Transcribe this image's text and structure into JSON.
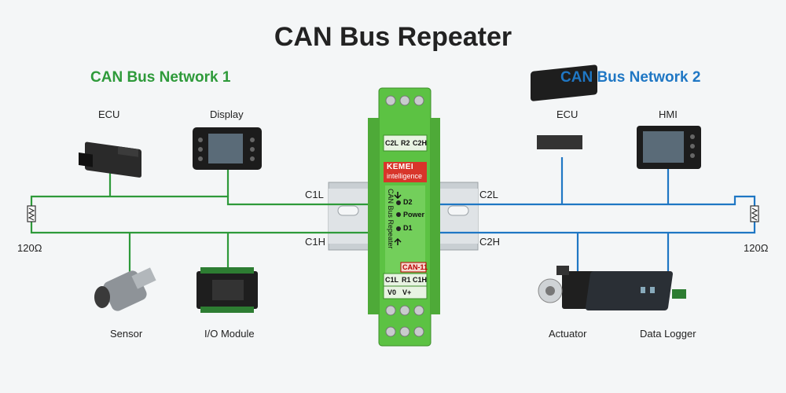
{
  "title": "CAN Bus Repeater",
  "networks": {
    "left": {
      "name": "CAN Bus Network 1",
      "color": "#2e9a3a"
    },
    "right": {
      "name": "CAN Bus Network 2",
      "color": "#1f77c4"
    }
  },
  "devices": {
    "ecu_left": "ECU",
    "display": "Display",
    "sensor": "Sensor",
    "io_module": "I/O Module",
    "ecu_right": "ECU",
    "hmi": "HMI",
    "actuator": "Actuator",
    "data_logger": "Data Logger"
  },
  "resistors": {
    "left": "120Ω",
    "right": "120Ω"
  },
  "bus_labels": {
    "c1l": "C1L",
    "c1h": "C1H",
    "c2l": "C2L",
    "c2h": "C2H"
  },
  "repeater": {
    "brand": "KEMEI",
    "brand_sub": "intelligence",
    "top_terminals": [
      "C2L",
      "R2",
      "C2H"
    ],
    "bottom_terminals_row1": [
      "C1L",
      "R1",
      "C1H"
    ],
    "bottom_terminals_row2": [
      "V0",
      "V+"
    ],
    "led_d2": "D2",
    "led_power": "Power",
    "led_d1": "D1",
    "vertical_text": "CAN Bus Repeater",
    "model": "CAN-11",
    "body_color": "#5cc243"
  }
}
